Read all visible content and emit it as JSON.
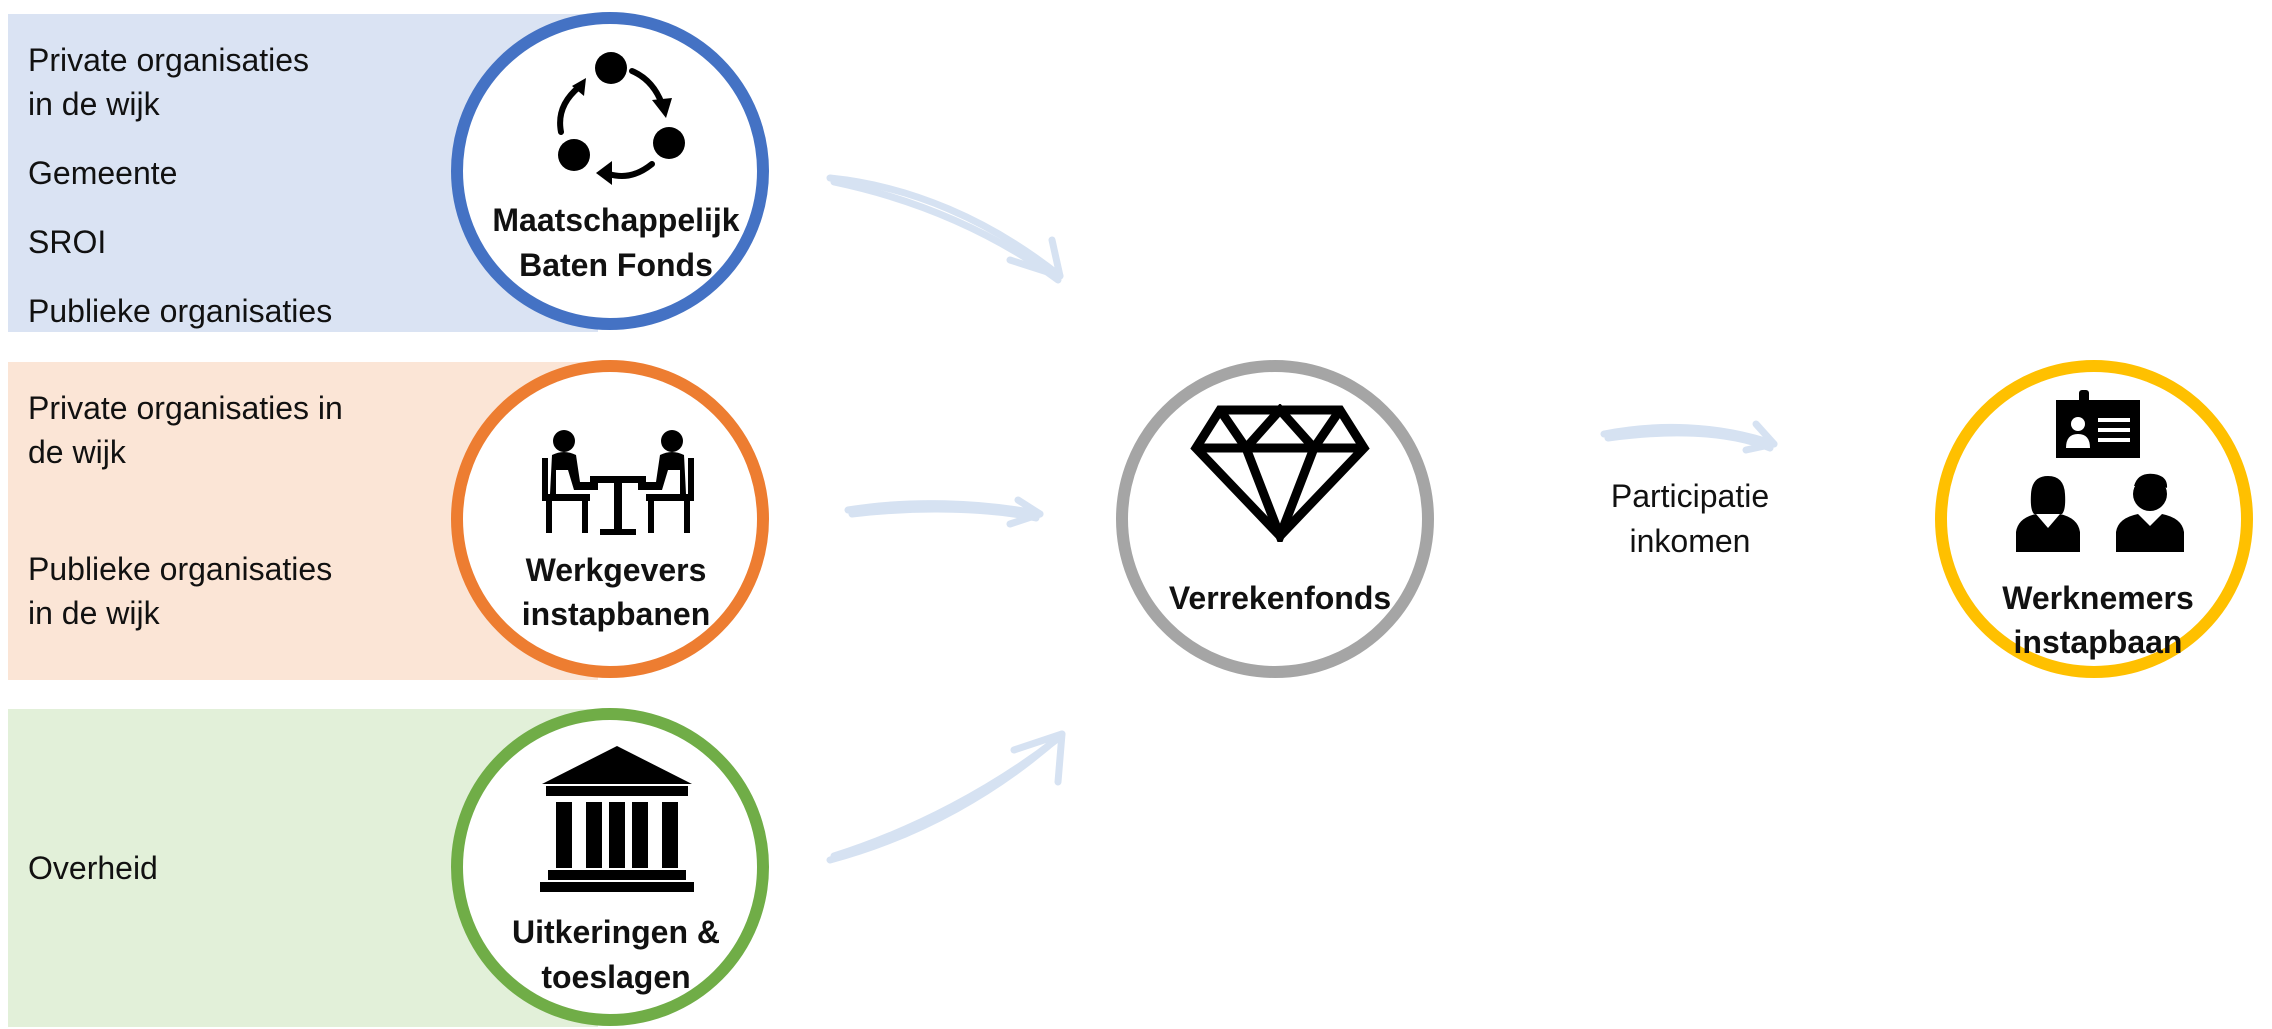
{
  "groups": [
    {
      "items": [
        "Private organisaties",
        "in de wijk",
        "Gemeente",
        "SROI",
        "Publieke organisaties"
      ],
      "circle_label": [
        "Maatschappelijk",
        "Baten Fonds"
      ],
      "icon": "cycle-icon",
      "color": "#4472c4",
      "panel_color": "#dae3f3"
    },
    {
      "items": [
        "Private organisaties in",
        "de wijk",
        "Publieke organisaties",
        "in de wijk"
      ],
      "circle_label": [
        "Werkgevers",
        "instapbanen"
      ],
      "icon": "meeting-icon",
      "color": "#ed7d31",
      "panel_color": "#fbe5d6"
    },
    {
      "items": [
        "Overheid"
      ],
      "circle_label": [
        "Uitkeringen &",
        "toeslagen"
      ],
      "icon": "government-building-icon",
      "color": "#70ad47",
      "panel_color": "#e2f0d9"
    }
  ],
  "center": {
    "label": "Verrekenfonds",
    "icon": "diamond-icon",
    "color": "#a5a5a5"
  },
  "flow": {
    "label": [
      "Participatie",
      "inkomen"
    ]
  },
  "target": {
    "label": [
      "Werknemers",
      "instapbaan"
    ],
    "icon": "employees-badge-icon",
    "color": "#ffc000"
  },
  "arrow_color": "#dae3f3"
}
